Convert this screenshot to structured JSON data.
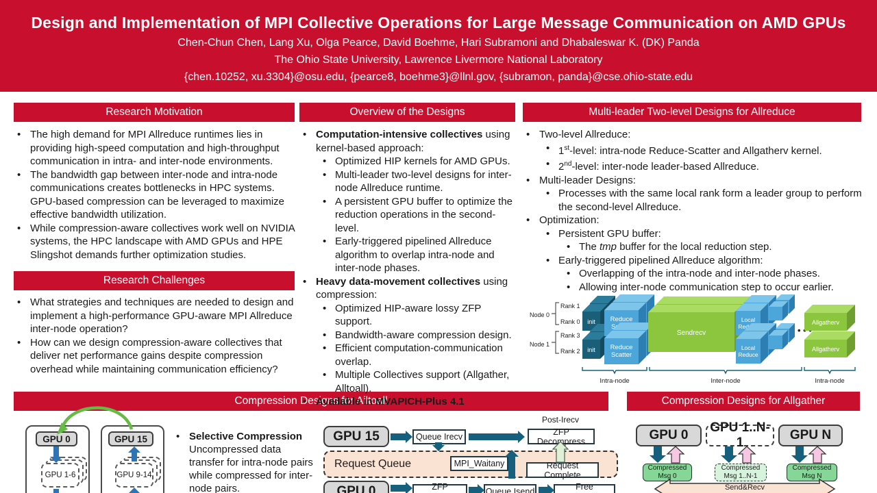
{
  "header": {
    "title": "Design and Implementation of MPI Collective Operations for Large Message Communication on AMD GPUs",
    "authors": "Chen-Chun Chen, Lang Xu, Olga Pearce, David Boehme, Hari Subramoni and Dhabaleswar K. (DK) Panda",
    "affiliation": "The Ohio State University, Lawrence Livermore National Laboratory",
    "emails": "{chen.10252, xu.3304}@osu.edu, {pearce8, boehme3}@llnl.gov, {subramon, panda}@cse.ohio-state.edu"
  },
  "colors": {
    "scarlet": "#C8102E",
    "cube_dark_blue": "#1B5E77",
    "cube_blue": "#4DA6DA",
    "cube_green": "#8CC63F",
    "arrow_teal": "#17607D",
    "arrow_blue": "#2E74B5",
    "arrow_green": "#66BB44",
    "queue_peach": "#FBE3D4",
    "msg_green": "#86D697",
    "pink_arrow": "#F6C6E2"
  },
  "motivation": {
    "title": "Research Motivation",
    "bullets": [
      "The high demand for MPI Allreduce runtimes lies in providing high-speed computation and high-throughput communication in intra- and inter-node environments.",
      "The bandwidth gap between inter-node and intra-node communications creates bottlenecks in HPC systems. GPU-based compression can be leveraged to maximize effective bandwidth utilization.",
      "While compression-aware collectives work well on NVIDIA systems, the HPC landscape with AMD GPUs and HPE Slingshot demands further optimization studies."
    ]
  },
  "challenges": {
    "title": "Research Challenges",
    "bullets": [
      "What strategies and techniques are needed to design and implement a high-performance GPU-aware MPI Allreduce inter-node operation?",
      "How can we design compression-aware collectives that deliver net performance gains despite compression overhead while maintaining communication efficiency?"
    ]
  },
  "overview": {
    "title": "Overview of the Designs",
    "b1_bold": "Computation-intensive collectives",
    "b1_rest": " using kernel-based approach:",
    "b1_subs": [
      "Optimized HIP kernels for AMD GPUs.",
      "Multi-leader two-level designs for inter-node Allreduce runtime.",
      "A persistent GPU buffer to optimize the reduction operations in the second-level.",
      "Early-triggered pipelined Allreduce algorithm to overlap intra-node and inter-node phases."
    ],
    "b2_bold": "Heavy data-movement collectives",
    "b2_rest": " using compression:",
    "b2_subs": [
      "Optimized HIP-aware lossy ZFP support.",
      "Bandwidth-aware compression design.",
      "Efficient computation-communication overlap.",
      "Multiple Collectives support (Allgather, Alltoall)."
    ],
    "b3_bold": "Available in MVAPICH-Plus 4.1"
  },
  "multileader": {
    "title": "Multi-leader Two-level Designs for Allreduce",
    "b1": "Two-level Allreduce:",
    "b1s1_num": "1",
    "b1s1_sup": "st",
    "b1s1_rest": "-level: intra-node Reduce-Scatter and Allgatherv kernel.",
    "b1s2_num": "2",
    "b1s2_sup": "nd",
    "b1s2_rest": "-level: inter-node leader-based Allreduce.",
    "b2": "Multi-leader Designs:",
    "b2s1": "Processes with the same local rank form a leader group to perform the second-level Allreduce.",
    "b3": "Optimization:",
    "b3s1": "Persistent GPU buffer:",
    "b3s1a_pre": "The ",
    "b3s1a_it": "tmp",
    "b3s1a_post": " buffer for the local reduction step.",
    "b3s2": "Early-triggered pipelined Allreduce algorithm:",
    "b3s2a": "Overlapping of the intra-node and inter-node phases.",
    "b3s2b": "Allowing inter-node communication step to occur earlier."
  },
  "allreduce_diagram": {
    "node0": "Node 0",
    "node1": "Node 1",
    "rank0": "Rank 0",
    "rank1": "Rank 1",
    "rank2": "Rank 2",
    "rank3": "Rank 3",
    "init": "init",
    "reduce": "Reduce",
    "scatter": "Scatter",
    "sendrecv": "Sendrecv",
    "local": "Local",
    "reduce2": "Reduce",
    "allgatherv": "Allgatherv",
    "dots": "• • •",
    "intra_left": "Intra-node",
    "inter": "Inter-node",
    "intra_right": "Intra-node"
  },
  "alltoall": {
    "title": "Compression Designs for Alltoall",
    "gpu0": "GPU 0",
    "gpu15": "GPU 15",
    "gpu16": "GPU 1-6",
    "gpu914": "GPU 9-14",
    "bullet_bold": "Selective Compression",
    "bullet_rest": "Uncompressed data transfer for intra-node pairs while compressed for inter-node pairs."
  },
  "pipeline": {
    "gpu15": "GPU 15",
    "queue_irecv": "Queue Irecv",
    "post_irecv": "Post-Irecv",
    "zfp_decompress": "ZFP Decompress",
    "request_queue": "Request Queue",
    "mpi_waitany": "MPI_Waitany",
    "request_complete": "Request Complete",
    "gpu0": "GPU 0",
    "zfp_compress": "ZFP Compress",
    "queue_isend": "Queue Isend",
    "free_resources": "Free Resources"
  },
  "allgather": {
    "title": "Compression Designs for Allgather",
    "gpu0": "GPU 0",
    "gpu_mid": "GPU 1..N-1",
    "gpun": "GPU N",
    "compressed": "Compressed",
    "msg0": "Msg 0",
    "msg_mid": "Msg 1..N-1",
    "msgn": "Msg N",
    "sendrecv": "Send&Recv"
  }
}
